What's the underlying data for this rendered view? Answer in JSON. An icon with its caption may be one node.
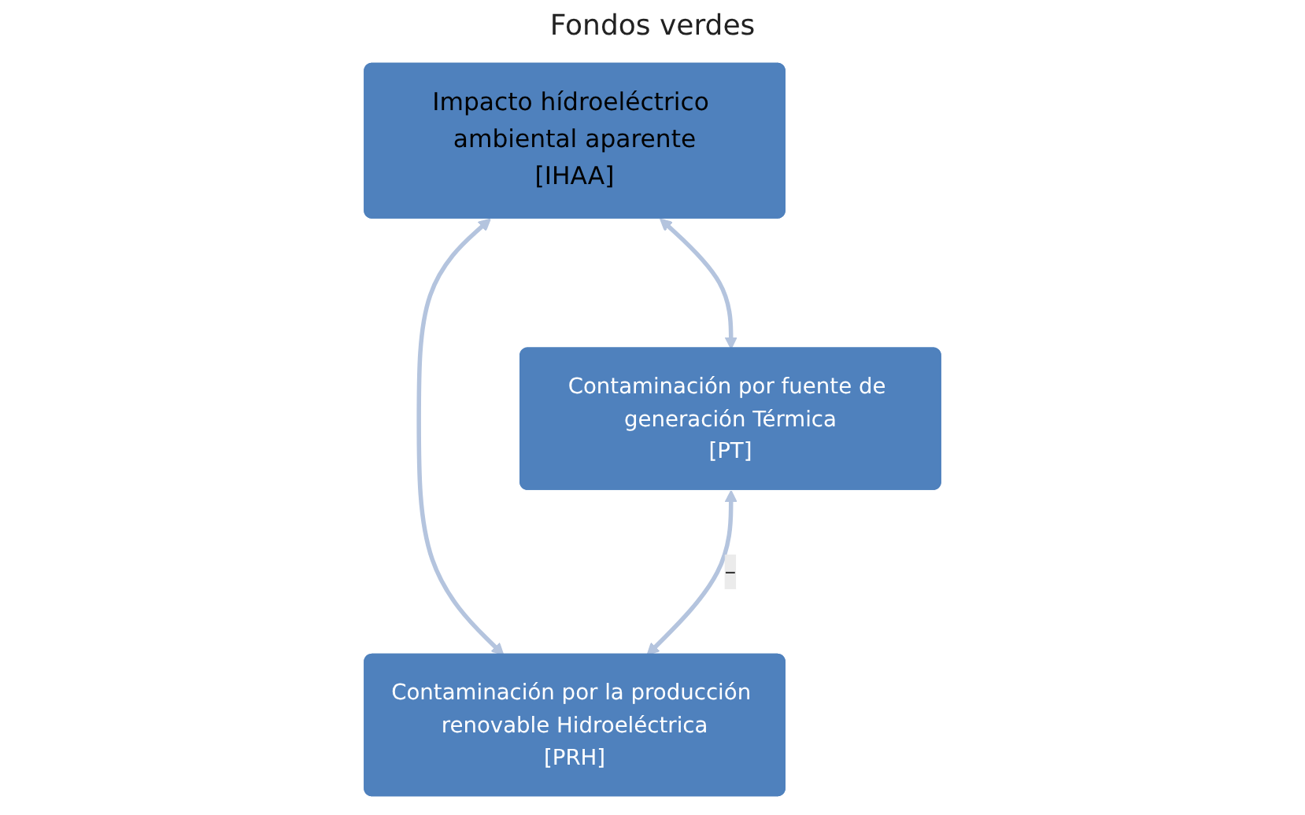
{
  "diagram": {
    "nodes": [
      {
        "text": [
          "Impacto hídroeléctrico ambiental aparente",
          "[IHAA]"
        ]
      },
      {
        "text": [
          "Contaminación por fuente de generación Térmica",
          "[PT]"
        ]
      },
      {
        "text": [
          "Contaminación por la producción renovable Hidroeléctrica",
          "[PRH]"
        ]
      }
    ],
    "edges": [
      {
        "from": 0,
        "to": 1,
        "arrow": "both"
      },
      {
        "from": 0,
        "to": 2,
        "arrow": "both"
      },
      {
        "from": 1,
        "to": 2,
        "arrow": "both",
        "label": "–"
      }
    ],
    "labels": [
      "Fondos verdes"
    ]
  }
}
